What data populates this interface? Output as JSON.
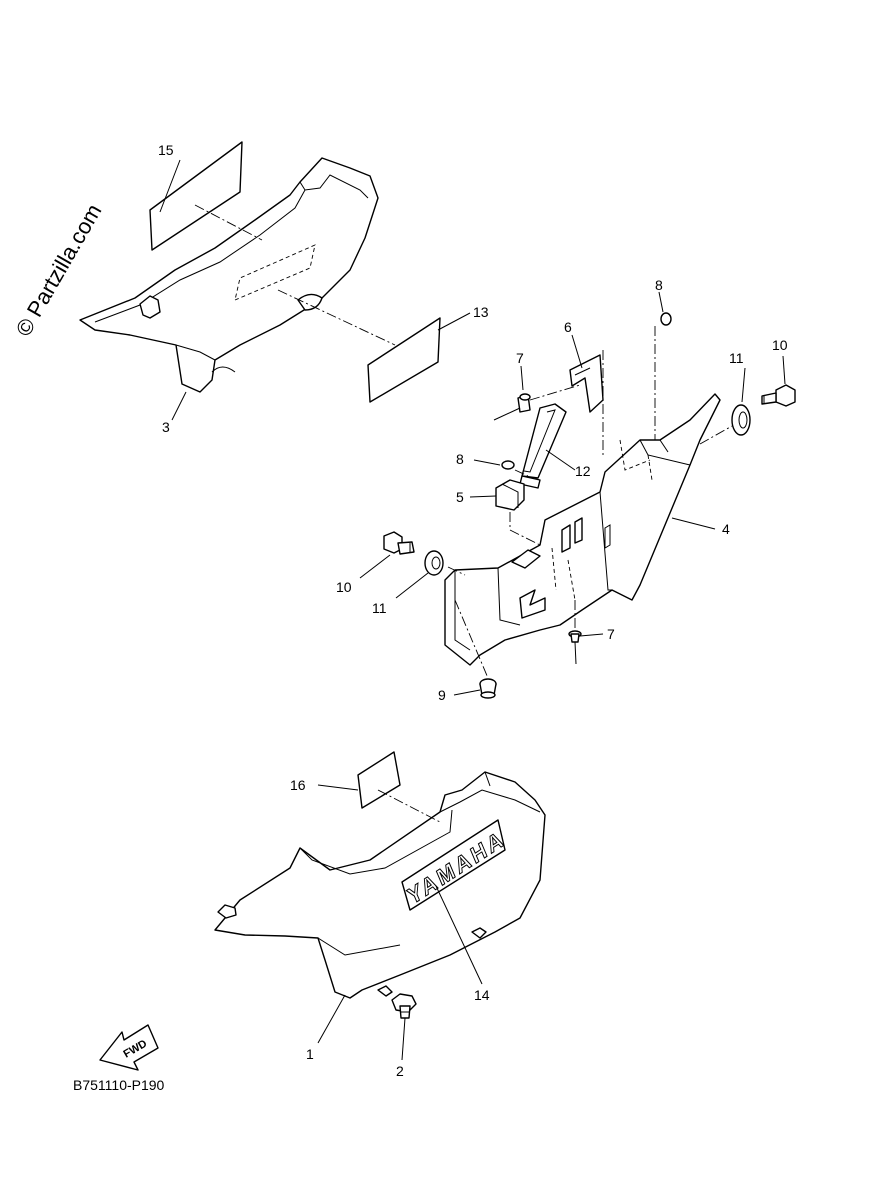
{
  "watermark": "© Partzilla.com",
  "diagram_code": "B751110-P190",
  "fwd_label": "FWD",
  "logo_text": "YAMAHA",
  "callouts": {
    "c1": "1",
    "c2": "2",
    "c3": "3",
    "c4": "4",
    "c5": "5",
    "c6": "6",
    "c7a": "7",
    "c7b": "7",
    "c8a": "8",
    "c8b": "8",
    "c9": "9",
    "c10a": "10",
    "c10b": "10",
    "c11a": "11",
    "c11b": "11",
    "c12": "12",
    "c13": "13",
    "c14": "14",
    "c15": "15",
    "c16": "16"
  }
}
